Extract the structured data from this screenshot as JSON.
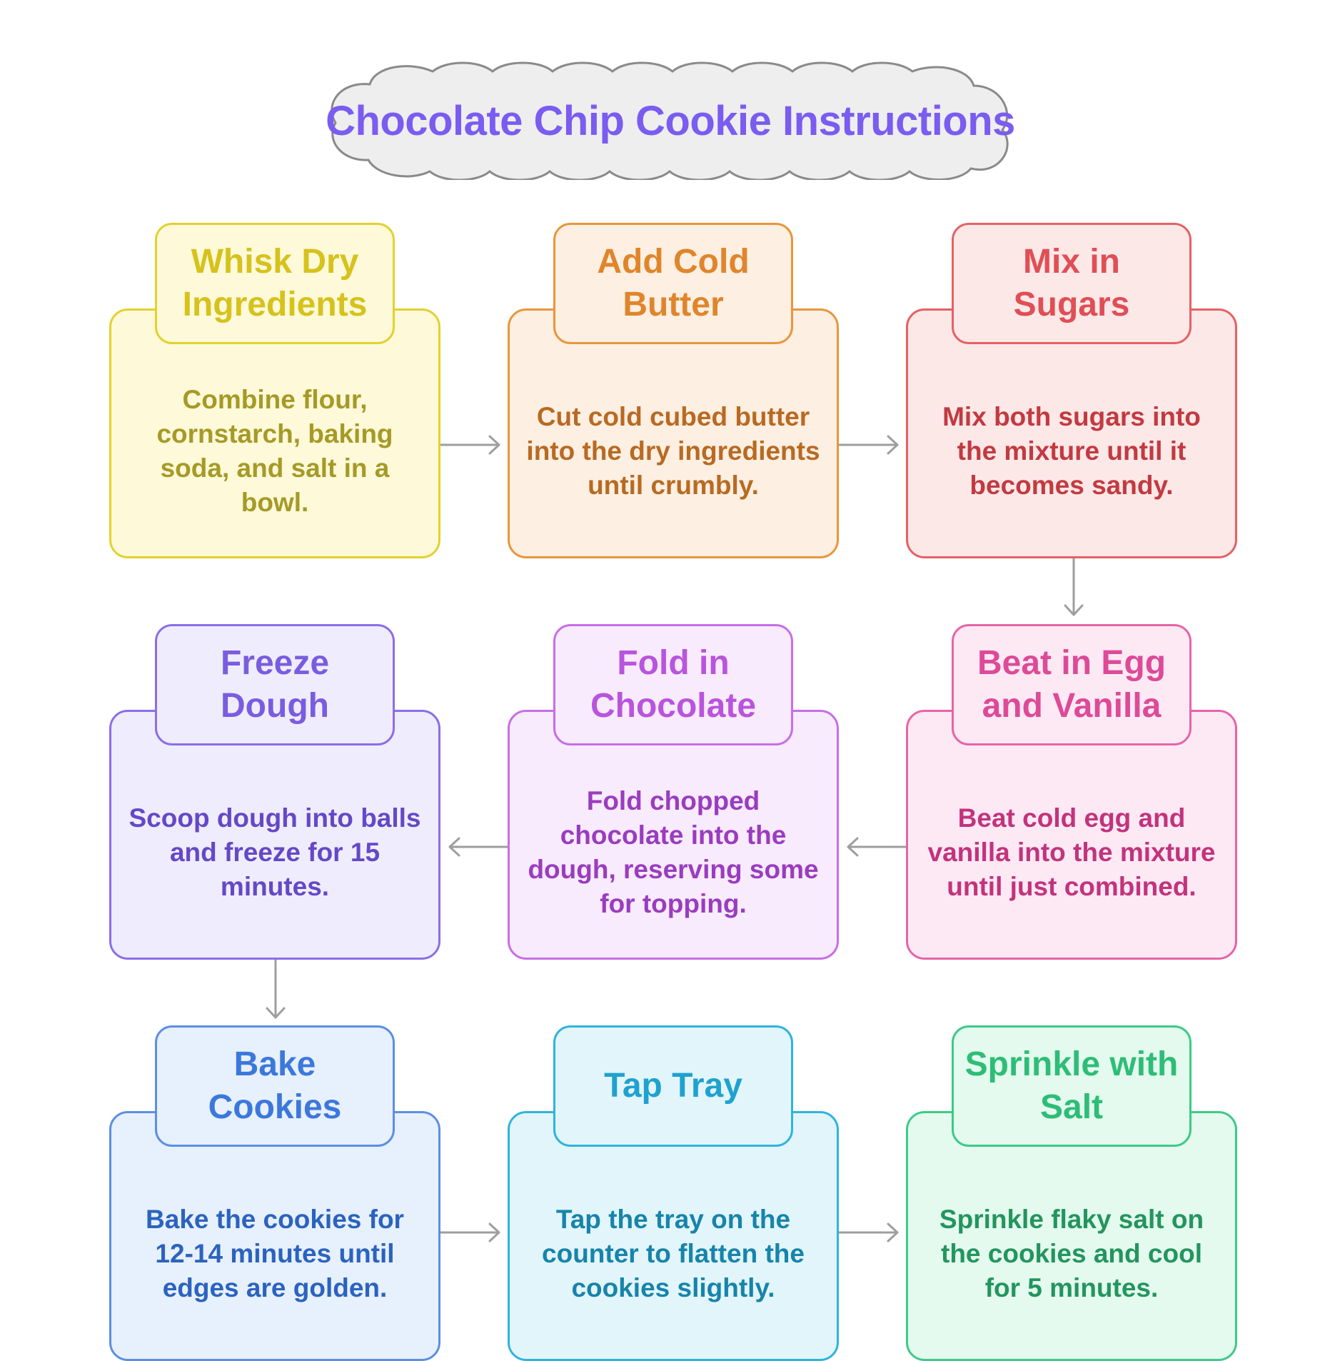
{
  "title": "Chocolate Chip Cookie Instructions",
  "steps": [
    {
      "title": "Whisk Dry Ingredients",
      "description": "Combine flour, cornstarch, baking soda, and salt in a bowl.",
      "colors": {
        "border": "#e3d12e",
        "fill": "#fdf9d9",
        "title": "#d6c21c",
        "text": "#a69a26"
      }
    },
    {
      "title": "Add Cold Butter",
      "description": "Cut cold cubed butter into the dry ingredients until crumbly.",
      "colors": {
        "border": "#e8963c",
        "fill": "#fdefe2",
        "title": "#e0852c",
        "text": "#b86a22"
      }
    },
    {
      "title": "Mix in Sugars",
      "description": "Mix both sugars into the mixture until it becomes sandy.",
      "colors": {
        "border": "#e56164",
        "fill": "#fde8e8",
        "title": "#df4f55",
        "text": "#c23a40"
      }
    },
    {
      "title": "Beat in Egg and Vanilla",
      "description": "Beat cold egg and vanilla into the mixture until just combined.",
      "colors": {
        "border": "#e764a8",
        "fill": "#fde9f4",
        "title": "#dd4a97",
        "text": "#c2337d"
      }
    },
    {
      "title": "Fold in Chocolate",
      "description": "Fold chopped chocolate into the dough, reserving some for topping.",
      "colors": {
        "border": "#c76ee6",
        "fill": "#f8ebfd",
        "title": "#b954dc",
        "text": "#9a3cbf"
      }
    },
    {
      "title": "Freeze Dough",
      "description": "Scoop dough into balls and freeze for 15 minutes.",
      "colors": {
        "border": "#8b6ee8",
        "fill": "#efedfd",
        "title": "#7a5ce0",
        "text": "#6548c7"
      }
    },
    {
      "title": "Bake Cookies",
      "description": "Bake the cookies for 12-14 minutes until edges are golden.",
      "colors": {
        "border": "#5b8fe3",
        "fill": "#e7f0fd",
        "title": "#3c78dc",
        "text": "#2b63bf"
      }
    },
    {
      "title": "Tap Tray",
      "description": "Tap the tray on the counter to flatten the cookies slightly.",
      "colors": {
        "border": "#2fb4dc",
        "fill": "#e2f5fb",
        "title": "#1fa2cf",
        "text": "#1784ab"
      }
    },
    {
      "title": "Sprinkle with Salt",
      "description": "Sprinkle flaky salt on the cookies and cool for 5 minutes.",
      "colors": {
        "border": "#3dca88",
        "fill": "#e4faee",
        "title": "#2dbd77",
        "text": "#23955e"
      }
    }
  ],
  "arrow_color": "#9e9e9e"
}
